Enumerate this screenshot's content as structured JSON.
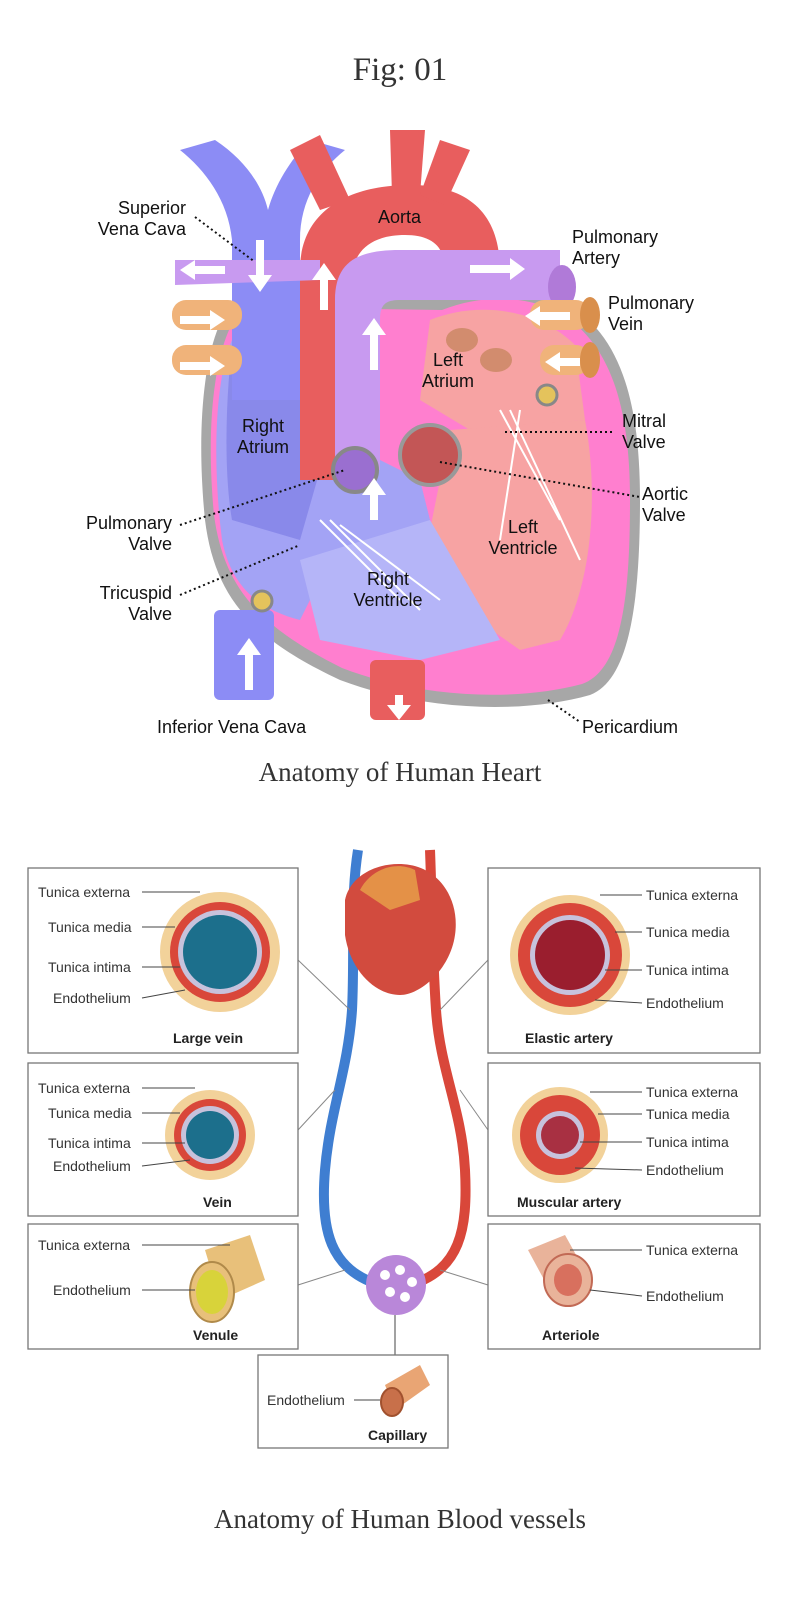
{
  "figure_title": "Fig: 01",
  "heart": {
    "caption": "Anatomy of Human Heart",
    "labels": {
      "superior_vena_cava": [
        "Superior",
        "Vena Cava"
      ],
      "aorta": "Aorta",
      "pulmonary_artery": [
        "Pulmonary",
        "Artery"
      ],
      "pulmonary_vein": [
        "Pulmonary",
        "Vein"
      ],
      "left_atrium": [
        "Left",
        "Atrium"
      ],
      "right_atrium": [
        "Right",
        "Atrium"
      ],
      "mitral_valve": [
        "Mitral",
        "Valve"
      ],
      "aortic_valve": [
        "Aortic",
        "Valve"
      ],
      "pulmonary_valve": [
        "Pulmonary",
        "Valve"
      ],
      "left_ventricle": [
        "Left",
        "Ventricle"
      ],
      "tricuspid_valve": [
        "Tricuspid",
        "Valve"
      ],
      "right_ventricle": [
        "Right",
        "Ventricle"
      ],
      "inferior_vena_cava": "Inferior Vena Cava",
      "pericardium": "Pericardium"
    }
  },
  "vessels": {
    "caption": "Anatomy of Human Blood vessels",
    "panels": {
      "large_vein": {
        "title": "Large vein",
        "labels": [
          "Tunica externa",
          "Tunica media",
          "Tunica intima",
          "Endothelium"
        ]
      },
      "vein": {
        "title": "Vein",
        "labels": [
          "Tunica externa",
          "Tunica media",
          "Tunica intima",
          "Endothelium"
        ]
      },
      "venule": {
        "title": "Venule",
        "labels": [
          "Tunica externa",
          "Endothelium"
        ]
      },
      "elastic_artery": {
        "title": "Elastic artery",
        "labels": [
          "Tunica externa",
          "Tunica media",
          "Tunica intima",
          "Endothelium"
        ]
      },
      "muscular_artery": {
        "title": "Muscular artery",
        "labels": [
          "Tunica externa",
          "Tunica media",
          "Tunica intima",
          "Endothelium"
        ]
      },
      "arteriole": {
        "title": "Arteriole",
        "labels": [
          "Tunica externa",
          "Endothelium"
        ]
      },
      "capillary": {
        "title": "Capillary",
        "labels": [
          "Endothelium"
        ]
      }
    }
  },
  "colors": {
    "vein_blue": "#8c8cf5",
    "artery_red": "#e85e5e",
    "pulmonary_purple": "#c89af0",
    "pulmonary_vein_orange": "#f0b37a",
    "myocardium_pink": "#ff7fcf",
    "pericardium_gray": "#a7a7a7"
  }
}
